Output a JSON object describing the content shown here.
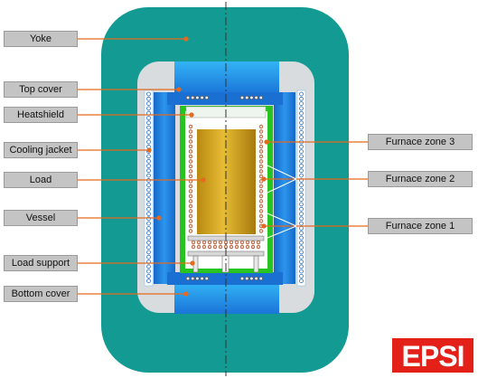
{
  "labels_left": [
    "Yoke",
    "Top cover",
    "Heatshield",
    "Cooling jacket",
    "Load",
    "Vessel",
    "Load support",
    "Bottom cover"
  ],
  "labels_right": [
    "Furnace zone 3",
    "Furnace zone 2",
    "Furnace zone 1"
  ],
  "logo": "EPSI",
  "colors": {
    "yoke": "#139b93",
    "vessel_blue": "#1f7fe0",
    "light_blue": "#2fa6f0",
    "heatshield_green": "#27c421",
    "load_gold": "#d4a31a",
    "label_bg": "#c4c4c4",
    "leader_line": "#e46a1e",
    "logo_red": "#e32119"
  }
}
